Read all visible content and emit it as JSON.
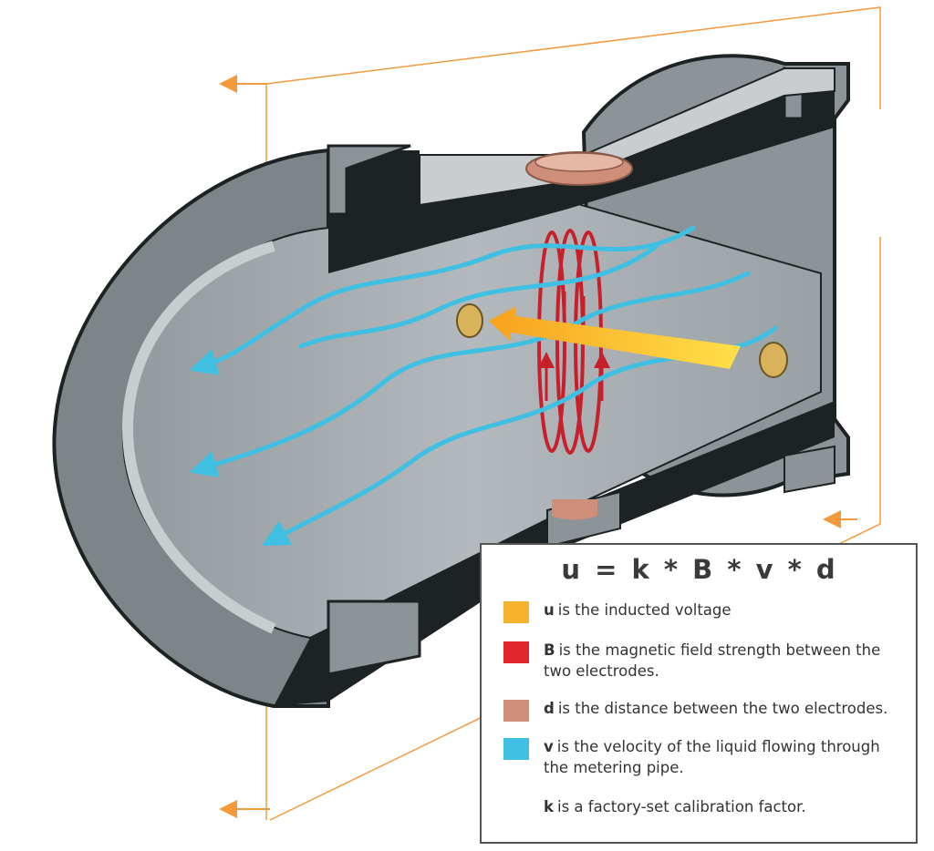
{
  "formula": "u = k * B * v * d",
  "colors": {
    "voltage": "#f7b22e",
    "magnetic_field": "#e0262b",
    "distance": "#cf8e7a",
    "velocity": "#3fc0e2",
    "frame": "#f39a3c",
    "pipe_body": "#8d9498",
    "pipe_inner": "#a9b0b4",
    "flange_dark": "#1d2224"
  },
  "legend": [
    {
      "symbol": "u",
      "text": "is the inducted voltage",
      "color": "#f7b22e"
    },
    {
      "symbol": "B",
      "text": "is the magnetic field strength between the two electrodes.",
      "color": "#e0262b"
    },
    {
      "symbol": "d",
      "text": "is the distance between the two electrodes.",
      "color": "#cf8e7a"
    },
    {
      "symbol": "v",
      "text": "is the velocity of the liquid flowing through the metering pipe.",
      "color": "#3fc0e2"
    },
    {
      "symbol": "k",
      "text": "is a factory-set calibration factor.",
      "color": ""
    }
  ]
}
